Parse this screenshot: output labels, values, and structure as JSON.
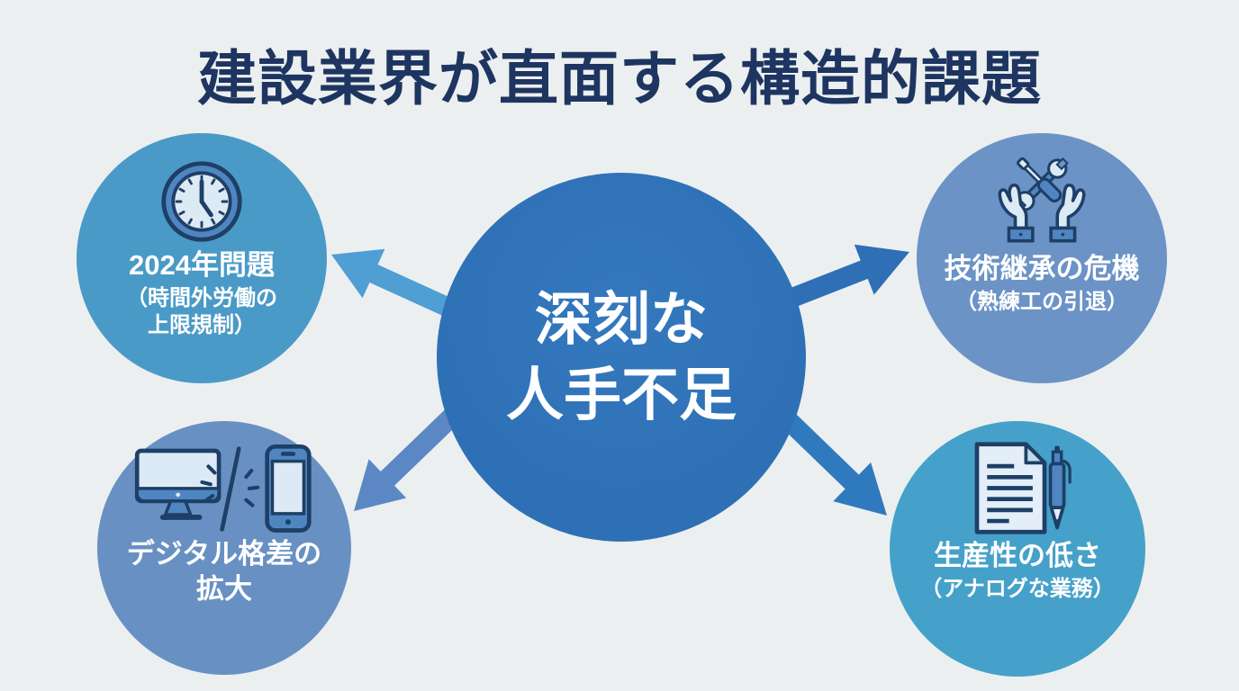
{
  "title": "建設業界が直面する構造的課題",
  "center": {
    "label_line1": "深刻な",
    "label_line2": "人手不足"
  },
  "satellites": {
    "top_left": {
      "label": "2024年問題",
      "sub_line1": "（時間外労働の",
      "sub_line2": "上限規制）",
      "icon": "clock-icon"
    },
    "top_right": {
      "label": "技術継承の危機",
      "sub_line1": "（熟練工の引退）",
      "icon": "hands-holding-tools-icon"
    },
    "bottom_left": {
      "label_line1": "デジタル格差の",
      "label_line2": "拡大",
      "icon": "devices-divide-icon"
    },
    "bottom_right": {
      "label": "生産性の低さ",
      "sub_line1": "（アナログな業務）",
      "icon": "document-pen-icon"
    }
  },
  "colors": {
    "bg": "#eceff0",
    "title_color": "#1d3560",
    "center_circle": "#2e70b5",
    "circle_tl": "#4a9ac7",
    "circle_tr": "#6b93c6",
    "circle_bl": "#6890c3",
    "circle_br": "#45a1c9",
    "arrow_tl": "#4f9ed4",
    "arrow_tr": "#2e6fb6",
    "arrow_bl": "#5b87c4",
    "arrow_br": "#2f7abf",
    "icon_navy": "#1e3f66",
    "icon_light": "#dceaf5",
    "icon_mid": "#4f86c2",
    "text_on_blue": "#ffffff"
  }
}
